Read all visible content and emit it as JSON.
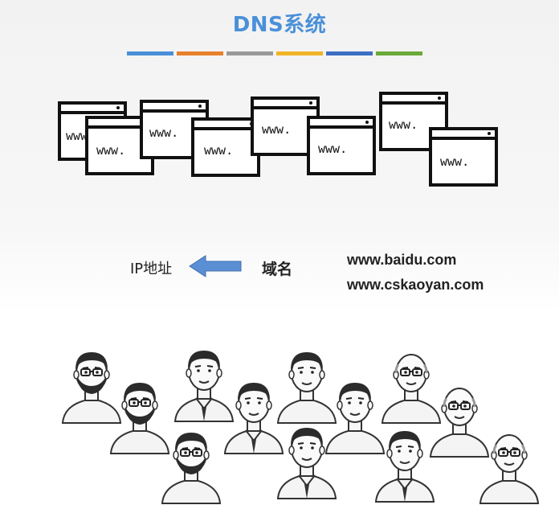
{
  "title": "DNS系统",
  "color_bars": [
    "#4a90d9",
    "#e8802c",
    "#999999",
    "#f0b429",
    "#3d6fc4",
    "#6aaa3a"
  ],
  "window_text": "www.",
  "diagram": {
    "ip_label": "IP地址",
    "domain_label": "域名",
    "domains": [
      "www.baidu.com",
      "www.cskaoyan.com"
    ],
    "arrow_color": "#5b8fd4"
  },
  "people_icon": "user-avatar-icon"
}
